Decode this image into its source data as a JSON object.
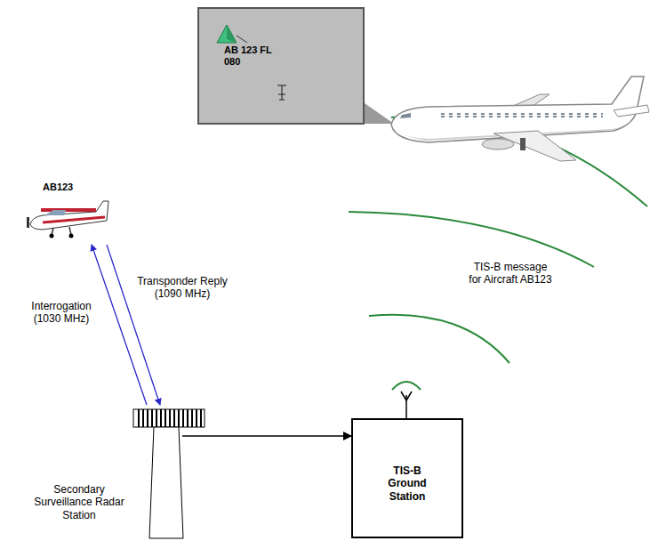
{
  "diagram": {
    "nodes": [
      {
        "text": [
          "AB 123 FL 080"
        ]
      },
      {
        "text": [
          "AB123"
        ]
      },
      {
        "text": [
          "Secondary Surveillance Radar Station"
        ]
      },
      {
        "text": [
          "TIS-B Ground Station"
        ]
      }
    ],
    "edges": [
      {
        "from": 2,
        "to": 1,
        "arrow": "to",
        "label": "Interrogation (1030 MHz)"
      },
      {
        "from": 1,
        "to": 2,
        "arrow": "to",
        "label": "Transponder Reply (1090 MHz)"
      },
      {
        "from": 2,
        "to": 3,
        "arrow": "to"
      }
    ],
    "labels": [
      "TIS-B message for Aircraft AB123"
    ]
  }
}
